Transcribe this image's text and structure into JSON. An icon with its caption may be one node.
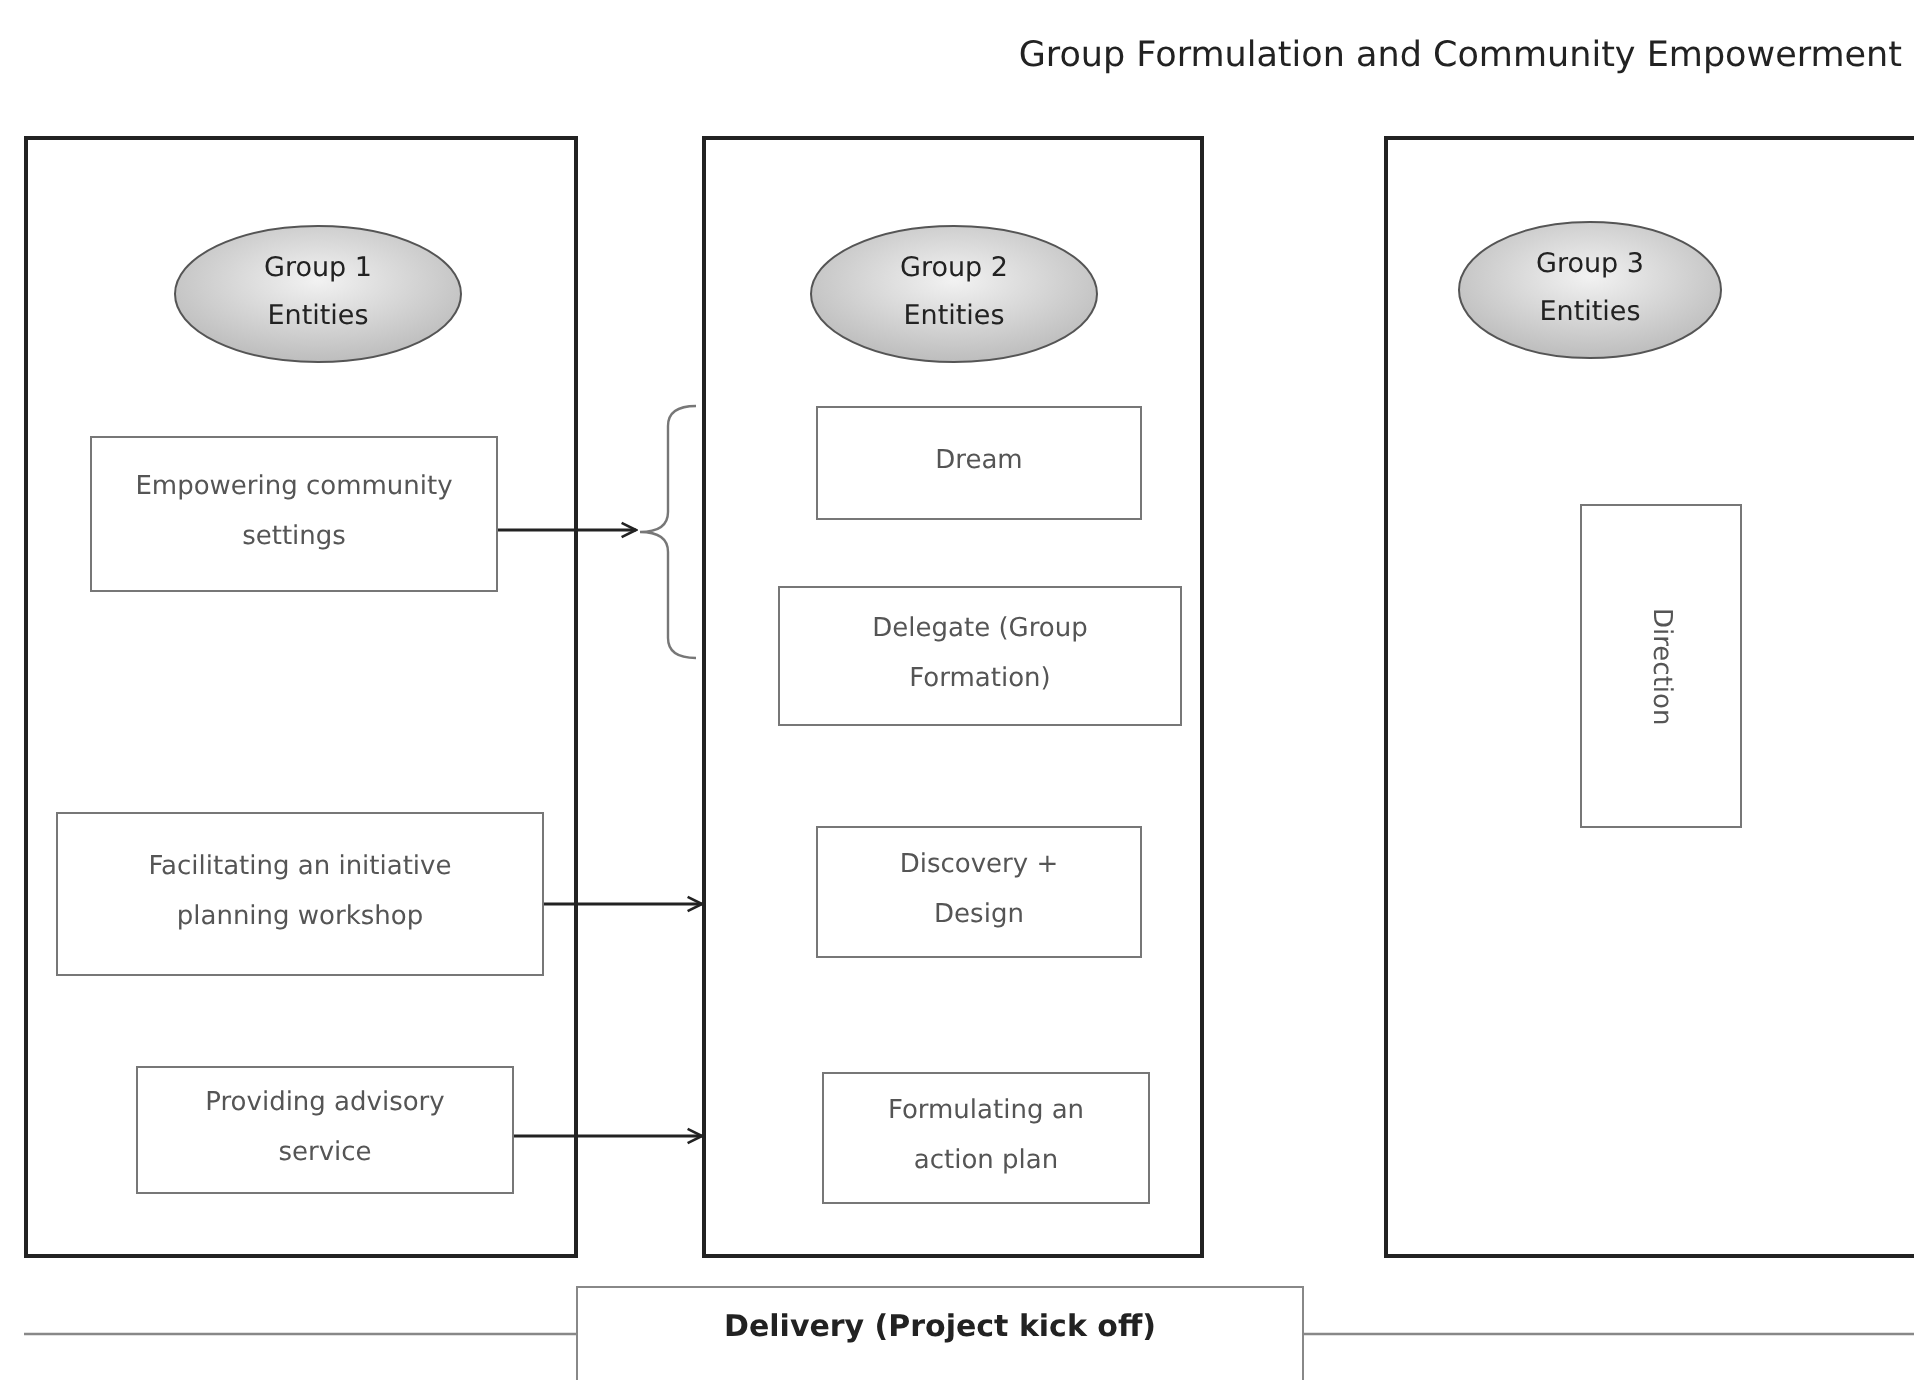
{
  "diagram": {
    "title": "Group Formulation and Community Empowerment",
    "nodes": [
      {
        "text": [],
        "shape": "box"
      },
      {
        "text": [
          "Group 1 Entities"
        ],
        "in": 0
      },
      {
        "text": [
          "Empowering community settings"
        ],
        "in": 0
      },
      {
        "text": [
          "Facilitating an initiative planning workshop"
        ],
        "in": 0
      },
      {
        "text": [
          "Providing advisory service"
        ],
        "in": 0
      },
      {
        "text": [],
        "shape": "box"
      },
      {
        "text": [
          "Group 2 Entities"
        ],
        "in": 5
      },
      {
        "text": [
          "Dream"
        ],
        "in": 5
      },
      {
        "text": [
          "Delegate (Group Formation)"
        ],
        "in": 5
      },
      {
        "text": [
          "Discovery + Design"
        ],
        "in": 5
      },
      {
        "text": [
          "Formulating an action plan"
        ],
        "in": 5
      },
      {
        "text": [],
        "shape": "box"
      },
      {
        "text": [
          "Group 3 Entities"
        ],
        "in": 11
      },
      {
        "text": [
          "Direction"
        ],
        "in": 11
      },
      {
        "text": [
          "Delivery (Project kick off)"
        ]
      },
      {
        "text": [],
        "shape": "bracket"
      }
    ],
    "edges": [
      {
        "from": 2,
        "to": 15,
        "arrow": "to"
      },
      {
        "from": 3,
        "to": 5,
        "arrow": "to"
      },
      {
        "from": 4,
        "to": 5,
        "arrow": "to"
      }
    ]
  }
}
